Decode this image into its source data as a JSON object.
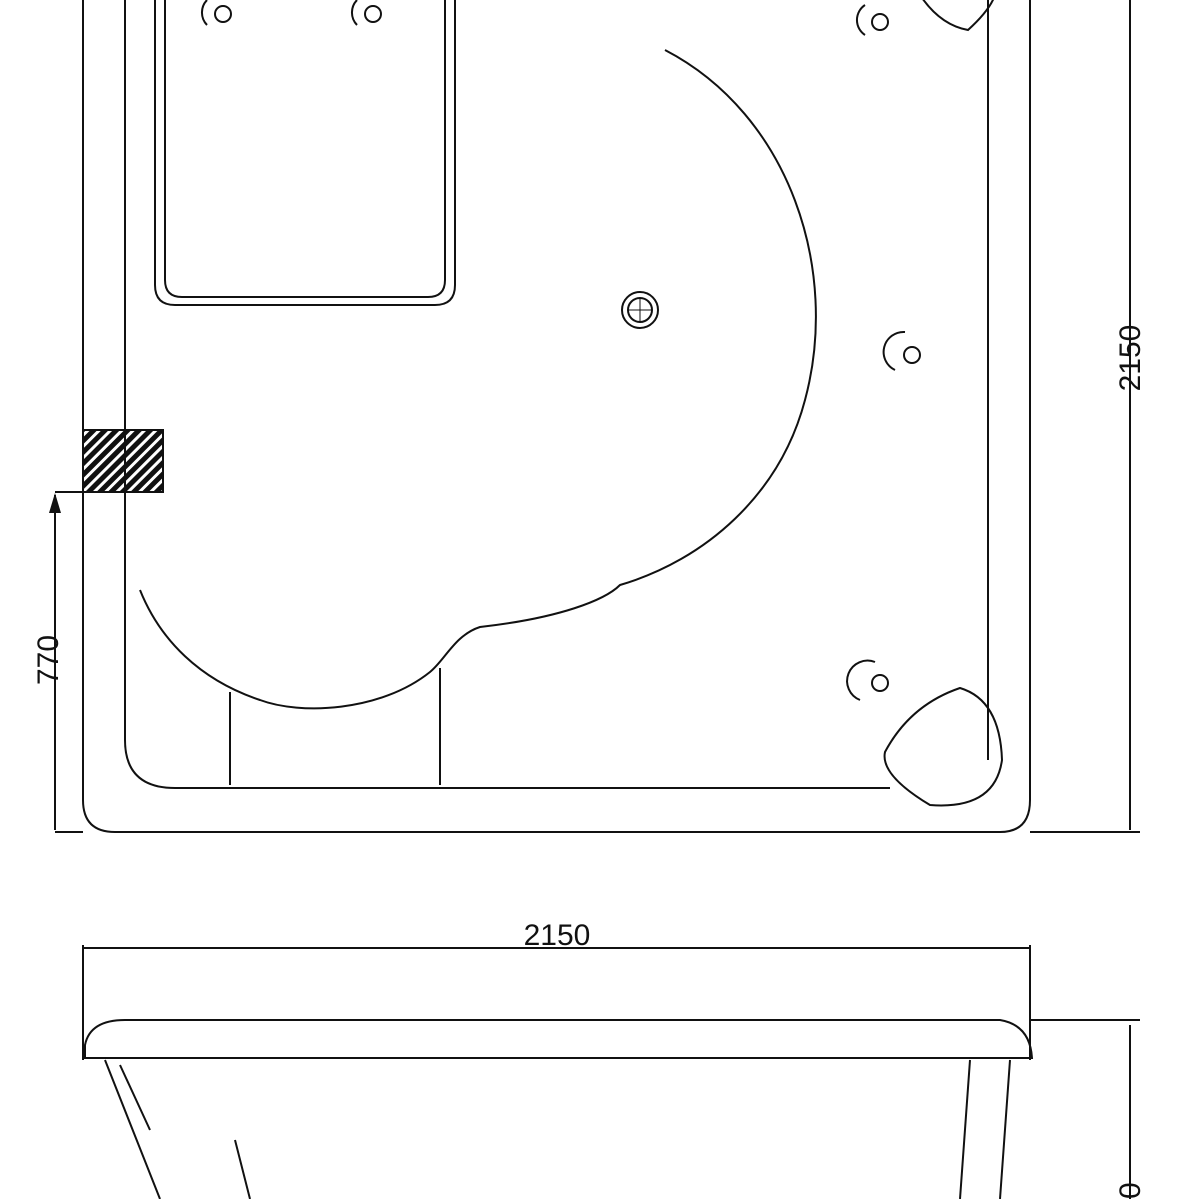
{
  "drawing": {
    "plan_view": {
      "dimension_height": "2150",
      "dimension_offset": "770"
    },
    "elevation_view": {
      "dimension_width": "2150",
      "dimension_height_partial": "0"
    }
  }
}
